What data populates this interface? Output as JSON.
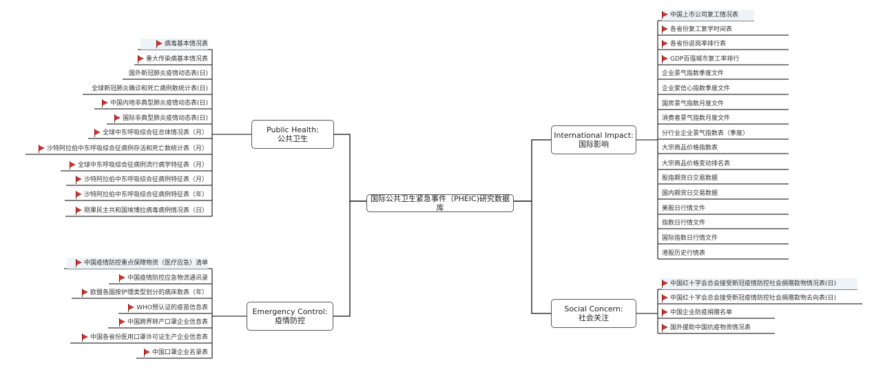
{
  "center": {
    "label": "国际公共卫生紧急事件（PHEIC)研究数据库"
  },
  "branches": [
    {
      "key": "public_health",
      "label": "Public Health:\n公共卫生",
      "leaves": [
        {
          "text": "病毒基本情况表",
          "flag": true
        },
        {
          "text": "重大传染病基本情况表",
          "flag": true
        },
        {
          "text": "国外新冠肺炎疫情动态表(日)",
          "flag": false
        },
        {
          "text": "全球新冠肺炎确诊和死亡病例数统计表(日)",
          "flag": false
        },
        {
          "text": "中国内地非典型肺炎疫情动态表(日)",
          "flag": true
        },
        {
          "text": "国际非典型肺炎疫情动态表(日)",
          "flag": true
        },
        {
          "text": "全球中东呼吸综合征总体情况表（月）",
          "flag": true
        },
        {
          "text": "沙特阿拉伯中东呼吸综合征病例存活和死亡数统计表（月）",
          "flag": true
        },
        {
          "text": "全球中东呼吸综合征病例流行病学特征表（月）",
          "flag": true
        },
        {
          "text": "沙特阿拉伯中东呼吸综合征病例特征表（月）",
          "flag": true
        },
        {
          "text": "沙特阿拉伯中东呼吸综合征病例特征表（年）",
          "flag": true
        },
        {
          "text": "刚果民主共和国埃博拉病毒病例情况表（日）",
          "flag": true
        }
      ]
    },
    {
      "key": "emergency_control",
      "label": "Emergency Control:\n疫情防控",
      "leaves": [
        {
          "text": "中国疫情防控重点保障物资（医疗应急）清单",
          "flag": true
        },
        {
          "text": "中国疫情防控应急物流通讯录",
          "flag": true
        },
        {
          "text": "欧盟各国按护理类型划分的病床数表（年）",
          "flag": true
        },
        {
          "text": "WHO预认证的疫苗信息表",
          "flag": true
        },
        {
          "text": "中国跨界转产口罩企业信息表",
          "flag": true
        },
        {
          "text": "中国各省份医用口罩许可证生产企业信息表",
          "flag": true
        },
        {
          "text": "中国口罩企业名录表",
          "flag": true
        }
      ]
    },
    {
      "key": "international_impact",
      "label": "International Impact:\n国际影响",
      "leaves": [
        {
          "text": "中国上市公司复工情况表",
          "flag": true
        },
        {
          "text": "各省份复工复学时间表",
          "flag": true
        },
        {
          "text": "各省份返岗率排行表",
          "flag": true
        },
        {
          "text": "GDP百强城市复工率排行",
          "flag": true
        },
        {
          "text": "企业景气指数季度文件",
          "flag": false
        },
        {
          "text": "企业家信心指数季度文件",
          "flag": false
        },
        {
          "text": "国房景气指数月度文件",
          "flag": false
        },
        {
          "text": "消费者景气指数月度文件",
          "flag": false
        },
        {
          "text": "分行业企业景气指数表（季度）",
          "flag": false
        },
        {
          "text": "大宗商品价格指数表",
          "flag": false
        },
        {
          "text": "大宗商品价格变动排名表",
          "flag": false
        },
        {
          "text": "股指期货日交易数据",
          "flag": false
        },
        {
          "text": "国内期货日交易数据",
          "flag": false
        },
        {
          "text": "美股日行情文件",
          "flag": false
        },
        {
          "text": "指数日行情文件",
          "flag": false
        },
        {
          "text": "国际指数日行情文件",
          "flag": false
        },
        {
          "text": "港股历史行情表",
          "flag": false
        }
      ]
    },
    {
      "key": "social_concern",
      "label": "Social Concern:\n社会关注",
      "leaves": [
        {
          "text": "中国红十字会总会接受新冠疫情防控社会捐赠款物情况表(日)",
          "flag": true
        },
        {
          "text": "中国红十字会总会接受新冠疫情防控社会捐赠款物去向表(日)",
          "flag": true
        },
        {
          "text": "中国企业防疫捐赠名单",
          "flag": true
        },
        {
          "text": "国外援助中国抗疫物资情况表",
          "flag": true
        }
      ]
    }
  ]
}
